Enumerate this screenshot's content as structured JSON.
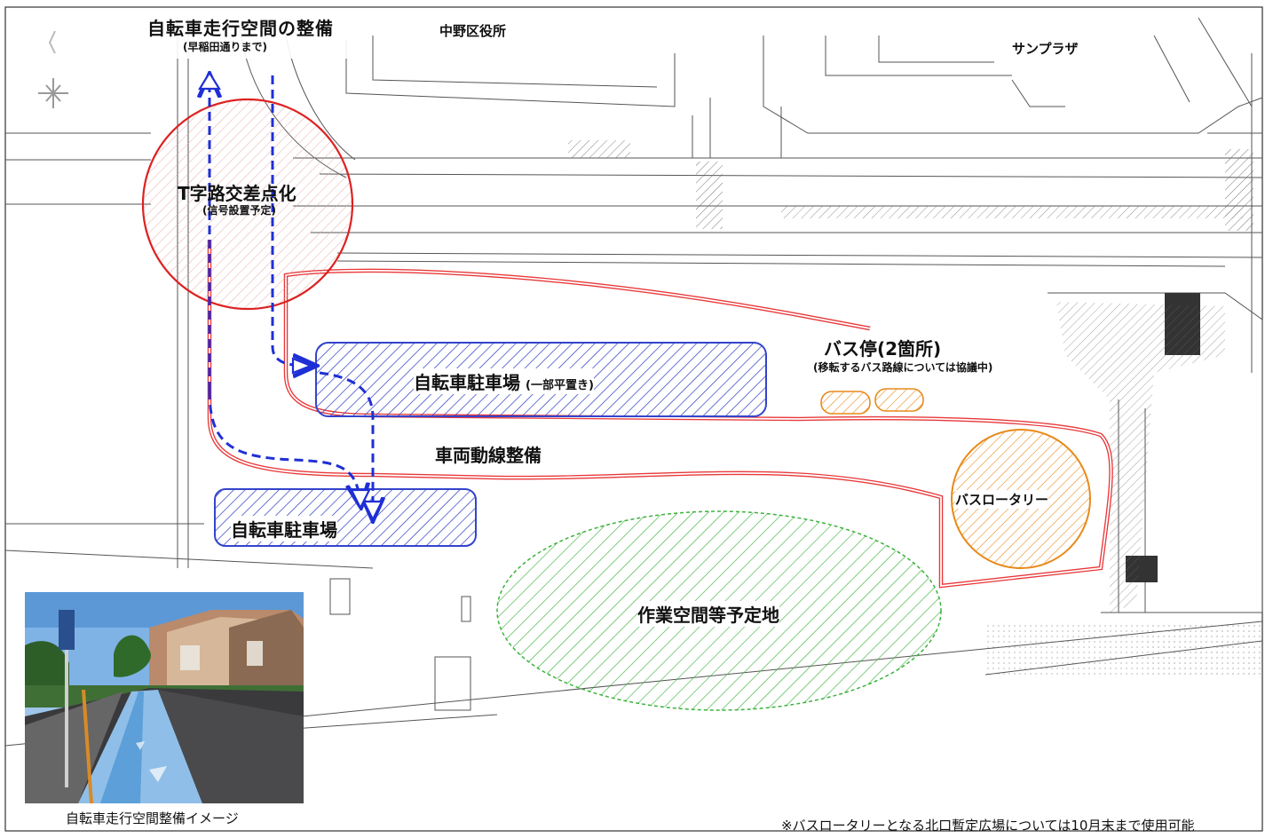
{
  "places": {
    "nakano_office": "中野区役所",
    "sunplaza": "サンプラザ"
  },
  "bike_lane": {
    "title": "自転車走行空間の整備",
    "subtitle": "(早稲田通りまで)"
  },
  "t_junction": {
    "title": "T字路交差点化",
    "subtitle": "(信号設置予定)"
  },
  "bike_parking_upper": {
    "label": "自転車駐車場",
    "note": "(一部平置き)"
  },
  "bike_parking_lower": {
    "label": "自転車駐車場"
  },
  "bus_stop": {
    "title": "バス停(2箇所)",
    "note": "(移転するバス路線については協議中)"
  },
  "vehicle_route": "車両動線整備",
  "bus_rotary": "バスロータリー",
  "work_space": "作業空間等予定地",
  "photo_caption": "自転車走行空間整備イメージ",
  "footnote": "※バスロータリーとなる北口暫定広場については10月末まで使用可能",
  "colors": {
    "circle_red": "#dd2222",
    "route_red": "#e8393a",
    "parking_blue": "#3344cc",
    "dashed_blue": "#1f2fd6",
    "orange": "#e88a1a",
    "green": "#3cb33c"
  }
}
